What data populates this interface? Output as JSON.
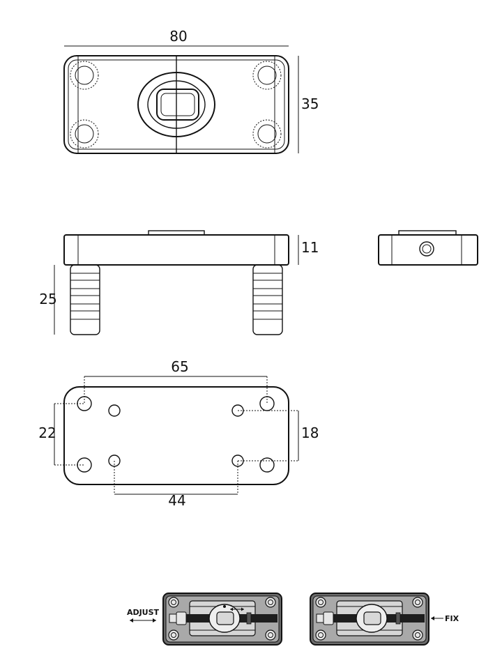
{
  "dimensions": {
    "top_width": "80",
    "top_height": "35",
    "side_height": "11",
    "screw_length": "25",
    "bottom_outer_spacing": "65",
    "bottom_left_vertical": "22",
    "bottom_right_vertical": "18",
    "bottom_inner_spacing": "44"
  },
  "labels": {
    "adjust": "ADJUST",
    "fix": "FIX"
  }
}
